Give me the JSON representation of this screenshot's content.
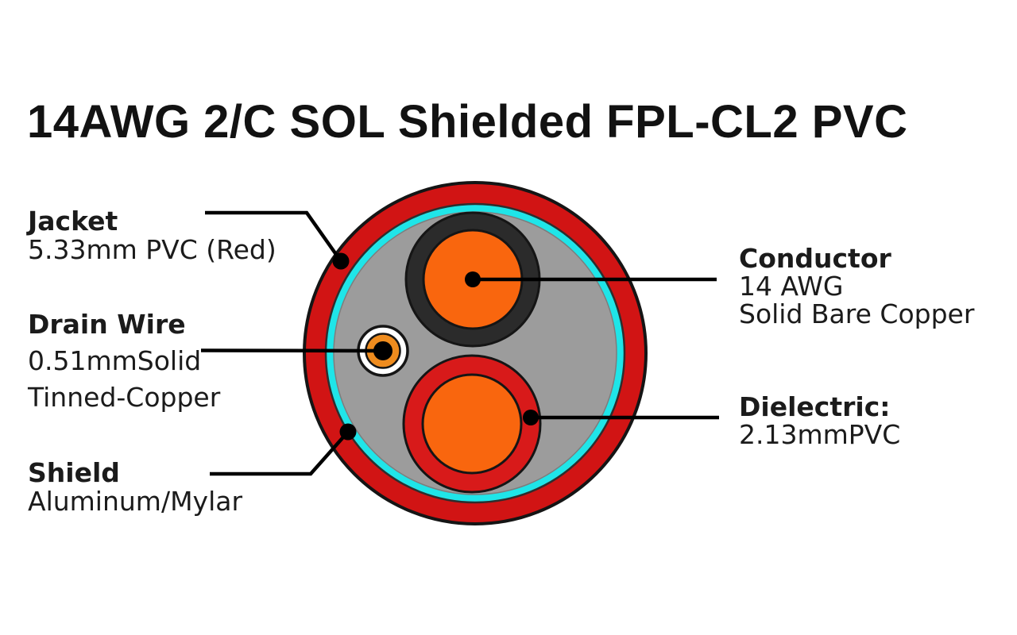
{
  "title": "14AWG 2/C SOL Shielded FPL-CL2 PVC",
  "labels": {
    "jacket": {
      "title": "Jacket",
      "line1": "5.33mm PVC (Red)"
    },
    "drain_wire": {
      "title": "Drain Wire",
      "line1": "0.51mmSolid",
      "line2": "Tinned-Copper"
    },
    "shield": {
      "title": "Shield",
      "line1": "Aluminum/Mylar"
    },
    "conductor": {
      "title": "Conductor",
      "line1": "14 AWG",
      "line2": "Solid Bare Copper"
    },
    "dielectric": {
      "title": "Dielectric:",
      "line1": "2.13mmPVC"
    }
  },
  "colors": {
    "jacket_red": "#D11414",
    "dielectric_red": "#D81A1A",
    "shield_cyan": "#1FE5E8",
    "filler_gray": "#9C9C9C",
    "insulation_black": "#2B2B2B",
    "conductor_orange": "#F9660E",
    "drain_orange": "#EF8C1E",
    "drain_ring_white": "#FFFFFF",
    "outline": "#151515",
    "leader_black": "#000000",
    "text": "#1B1B1B",
    "background": "#FFFFFF"
  }
}
